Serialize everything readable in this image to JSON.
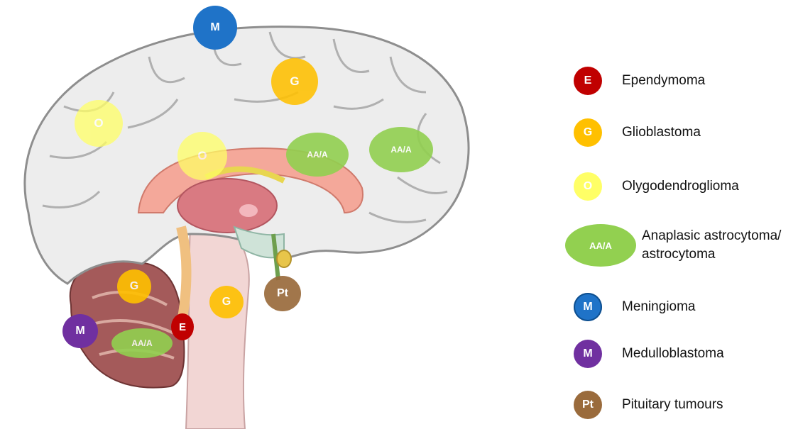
{
  "legend": [
    {
      "code": "E",
      "label": "Ependymoma",
      "color": "#c00000"
    },
    {
      "code": "G",
      "label": "Glioblastoma",
      "color": "#ffc000"
    },
    {
      "code": "O",
      "label": "Olygodendroglioma",
      "color": "#ffff66"
    },
    {
      "code": "AA/A",
      "label": "Anaplasic astrocytoma/ astrocytoma",
      "color": "#92d050"
    },
    {
      "code": "M",
      "label": "Meningioma",
      "color": "#1f73c8"
    },
    {
      "code": "M",
      "label": "Medulloblastoma",
      "color": "#7030a0"
    },
    {
      "code": "Pt",
      "label": "Pituitary tumours",
      "color": "#9a6b3c"
    }
  ],
  "tumors": {
    "meningioma": "M",
    "glioblastoma_cortex": "G",
    "oligo_frontal": "O",
    "oligo_callosum": "O",
    "astro_callosum": "AA/A",
    "astro_parietal": "AA/A",
    "glioblastoma_cerebellum": "G",
    "glioblastoma_brainstem": "G",
    "pituitary": "Pt",
    "medulloblastoma": "M",
    "astro_cerebellum": "AA/A",
    "ependymoma": "E"
  }
}
